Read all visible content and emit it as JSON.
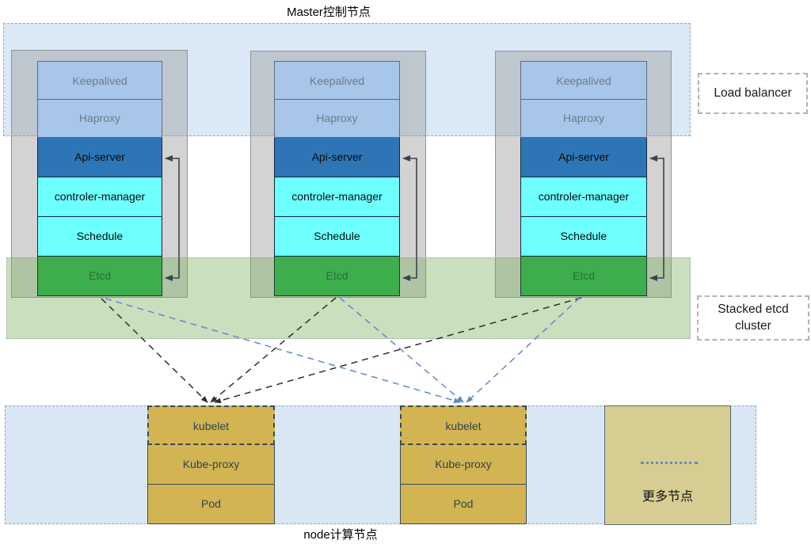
{
  "titles": {
    "master": "Master控制节点",
    "node": "node计算节点"
  },
  "side_labels": {
    "load_balancer": "Load balancer",
    "stacked_etcd": "Stacked etcd cluster"
  },
  "master_rows": [
    "Keepalived",
    "Haproxy",
    "Api-server",
    "controler-manager",
    "Schedule",
    "Etcd"
  ],
  "node_rows": [
    "kubelet",
    "Kube-proxy",
    "Pod"
  ],
  "more_nodes": {
    "label": "更多节点",
    "ellipsis_icon": "dotted-line"
  },
  "colors": {
    "master_band": "#DBE8F6",
    "node_band": "#D9E7F5",
    "etcd_band": "rgba(113,170,82,0.38)",
    "light_blue": "#A7C6E9",
    "api_blue": "#2E75B6",
    "cyan": "#6EFFFF",
    "etcd_green": "#3EAD4D",
    "gold": "#D2B452",
    "khaki": "#D5CD92",
    "link_black": "#2E2E2E",
    "link_blue": "#6188C6",
    "bracket_gray": "#3A4450"
  }
}
